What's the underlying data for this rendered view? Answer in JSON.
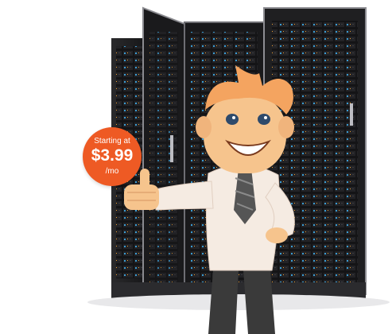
{
  "badge": {
    "starting_label": "Starting at",
    "price": "$3.99",
    "period": "/mo"
  },
  "colors": {
    "badge": "#ee5a24",
    "rack_body": "#1b1b1d",
    "mascot_skin": "#f6c48d",
    "mascot_hair": "#f4a460",
    "shirt": "#f5ebe2",
    "tie": "#555555",
    "trousers": "#3a3a3a"
  },
  "illustration": {
    "subject": "server-rack-with-mascot",
    "icons": [
      "server-rack-icon",
      "mascot-icon",
      "thumbs-up-icon"
    ]
  }
}
